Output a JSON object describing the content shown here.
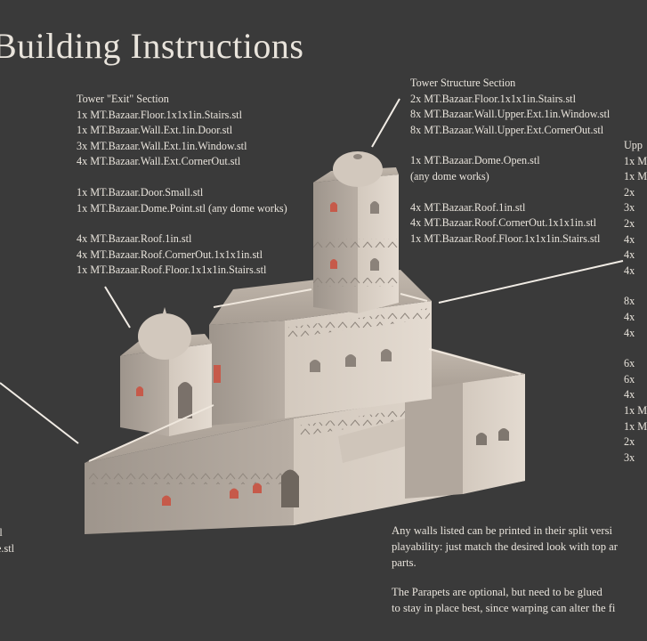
{
  "title": "Building Instructions",
  "tower_exit": {
    "heading": "Tower \"Exit\" Section",
    "lines1": [
      "1x MT.Bazaar.Floor.1x1x1in.Stairs.stl",
      "1x MT.Bazaar.Wall.Ext.1in.Door.stl",
      "3x MT.Bazaar.Wall.Ext.1in.Window.stl",
      "4x MT.Bazaar.Wall.Ext.CornerOut.stl"
    ],
    "lines2": [
      "1x MT.Bazaar.Door.Small.stl",
      "1x MT.Bazaar.Dome.Point.stl (any dome works)"
    ],
    "lines3": [
      "4x MT.Bazaar.Roof.1in.stl",
      "4x MT.Bazaar.Roof.CornerOut.1x1x1in.stl",
      "1x MT.Bazaar.Roof.Floor.1x1x1in.Stairs.stl"
    ]
  },
  "tower_structure": {
    "heading": "Tower Structure Section",
    "lines1": [
      "2x MT.Bazaar.Floor.1x1x1in.Stairs.stl",
      "8x MT.Bazaar.Wall.Upper.Ext.1in.Window.stl",
      "8x MT.Bazaar.Wall.Upper.Ext.CornerOut.stl"
    ],
    "lines2": [
      "1x MT.Bazaar.Dome.Open.stl",
      "(any dome works)"
    ],
    "lines3": [
      "4x MT.Bazaar.Roof.1in.stl",
      "4x MT.Bazaar.Roof.CornerOut.1x1x1in.stl",
      "1x MT.Bazaar.Roof.Floor.1x1x1in.Stairs.stl"
    ]
  },
  "upper": {
    "heading": "Upp",
    "group1": [
      "1x M",
      "1x M",
      "2x",
      "3x",
      "2x",
      "4x",
      "4x",
      "4x"
    ],
    "group2": [
      "8x",
      "4x",
      "4x"
    ],
    "group3": [
      "6x",
      "6x",
      "4x",
      "1x M",
      "1x M",
      "2x",
      "3x"
    ]
  },
  "left_partial": [
    "tl",
    "e.stl"
  ],
  "notes": {
    "p1": [
      "Any walls listed can be printed in their split versi",
      "playability: just match the desired look with top ar",
      "parts."
    ],
    "p2": [
      "The Parapets are optional, but need to be glued",
      "to stay in place best, since warping can alter the fi"
    ]
  },
  "colors": {
    "background": "#3a3a3a",
    "text": "#e9e4dc",
    "stone": "#c9bfb4",
    "window_glow": "#c65a4a"
  }
}
